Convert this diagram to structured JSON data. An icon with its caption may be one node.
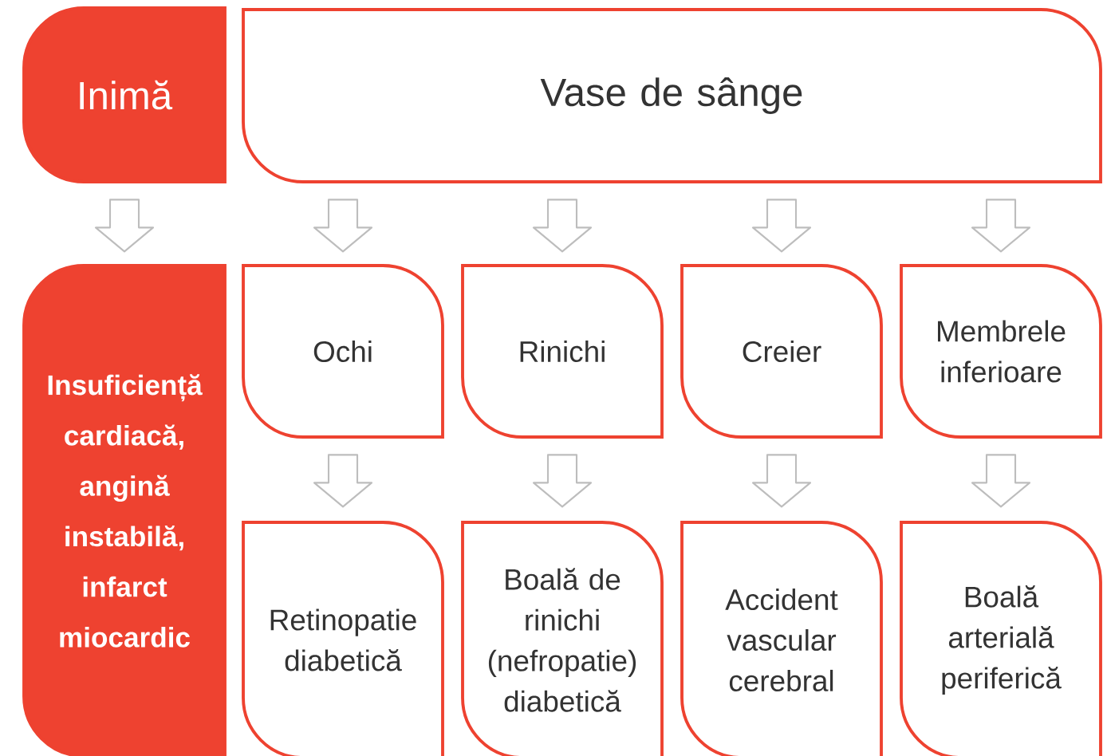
{
  "diagram": {
    "nodes": [
      {
        "text": [
          "Inimă"
        ]
      },
      {
        "text": [
          "Vase de sânge"
        ]
      },
      {
        "text": [
          "Insuficiență cardiacă, angină instabilă, infarct miocardic"
        ]
      },
      {
        "text": [
          "Ochi"
        ]
      },
      {
        "text": [
          "Rinichi"
        ]
      },
      {
        "text": [
          "Creier"
        ]
      },
      {
        "text": [
          "Membrele inferioare"
        ]
      },
      {
        "text": [
          "Retinopatie diabetică"
        ]
      },
      {
        "text": [
          "Boală de rinichi (nefropatie) diabetică"
        ]
      },
      {
        "text": [
          "Accident vascular cerebral"
        ]
      },
      {
        "text": [
          "Boală arterială periferică"
        ]
      }
    ],
    "edges": [
      {
        "from": 0,
        "to": 2,
        "arrow": "to"
      },
      {
        "from": 1,
        "to": 3,
        "arrow": "to"
      },
      {
        "from": 1,
        "to": 4,
        "arrow": "to"
      },
      {
        "from": 1,
        "to": 5,
        "arrow": "to"
      },
      {
        "from": 1,
        "to": 6,
        "arrow": "to"
      },
      {
        "from": 3,
        "to": 7,
        "arrow": "to"
      },
      {
        "from": 4,
        "to": 8,
        "arrow": "to"
      },
      {
        "from": 5,
        "to": 9,
        "arrow": "to"
      },
      {
        "from": 6,
        "to": 10,
        "arrow": "to"
      }
    ]
  }
}
